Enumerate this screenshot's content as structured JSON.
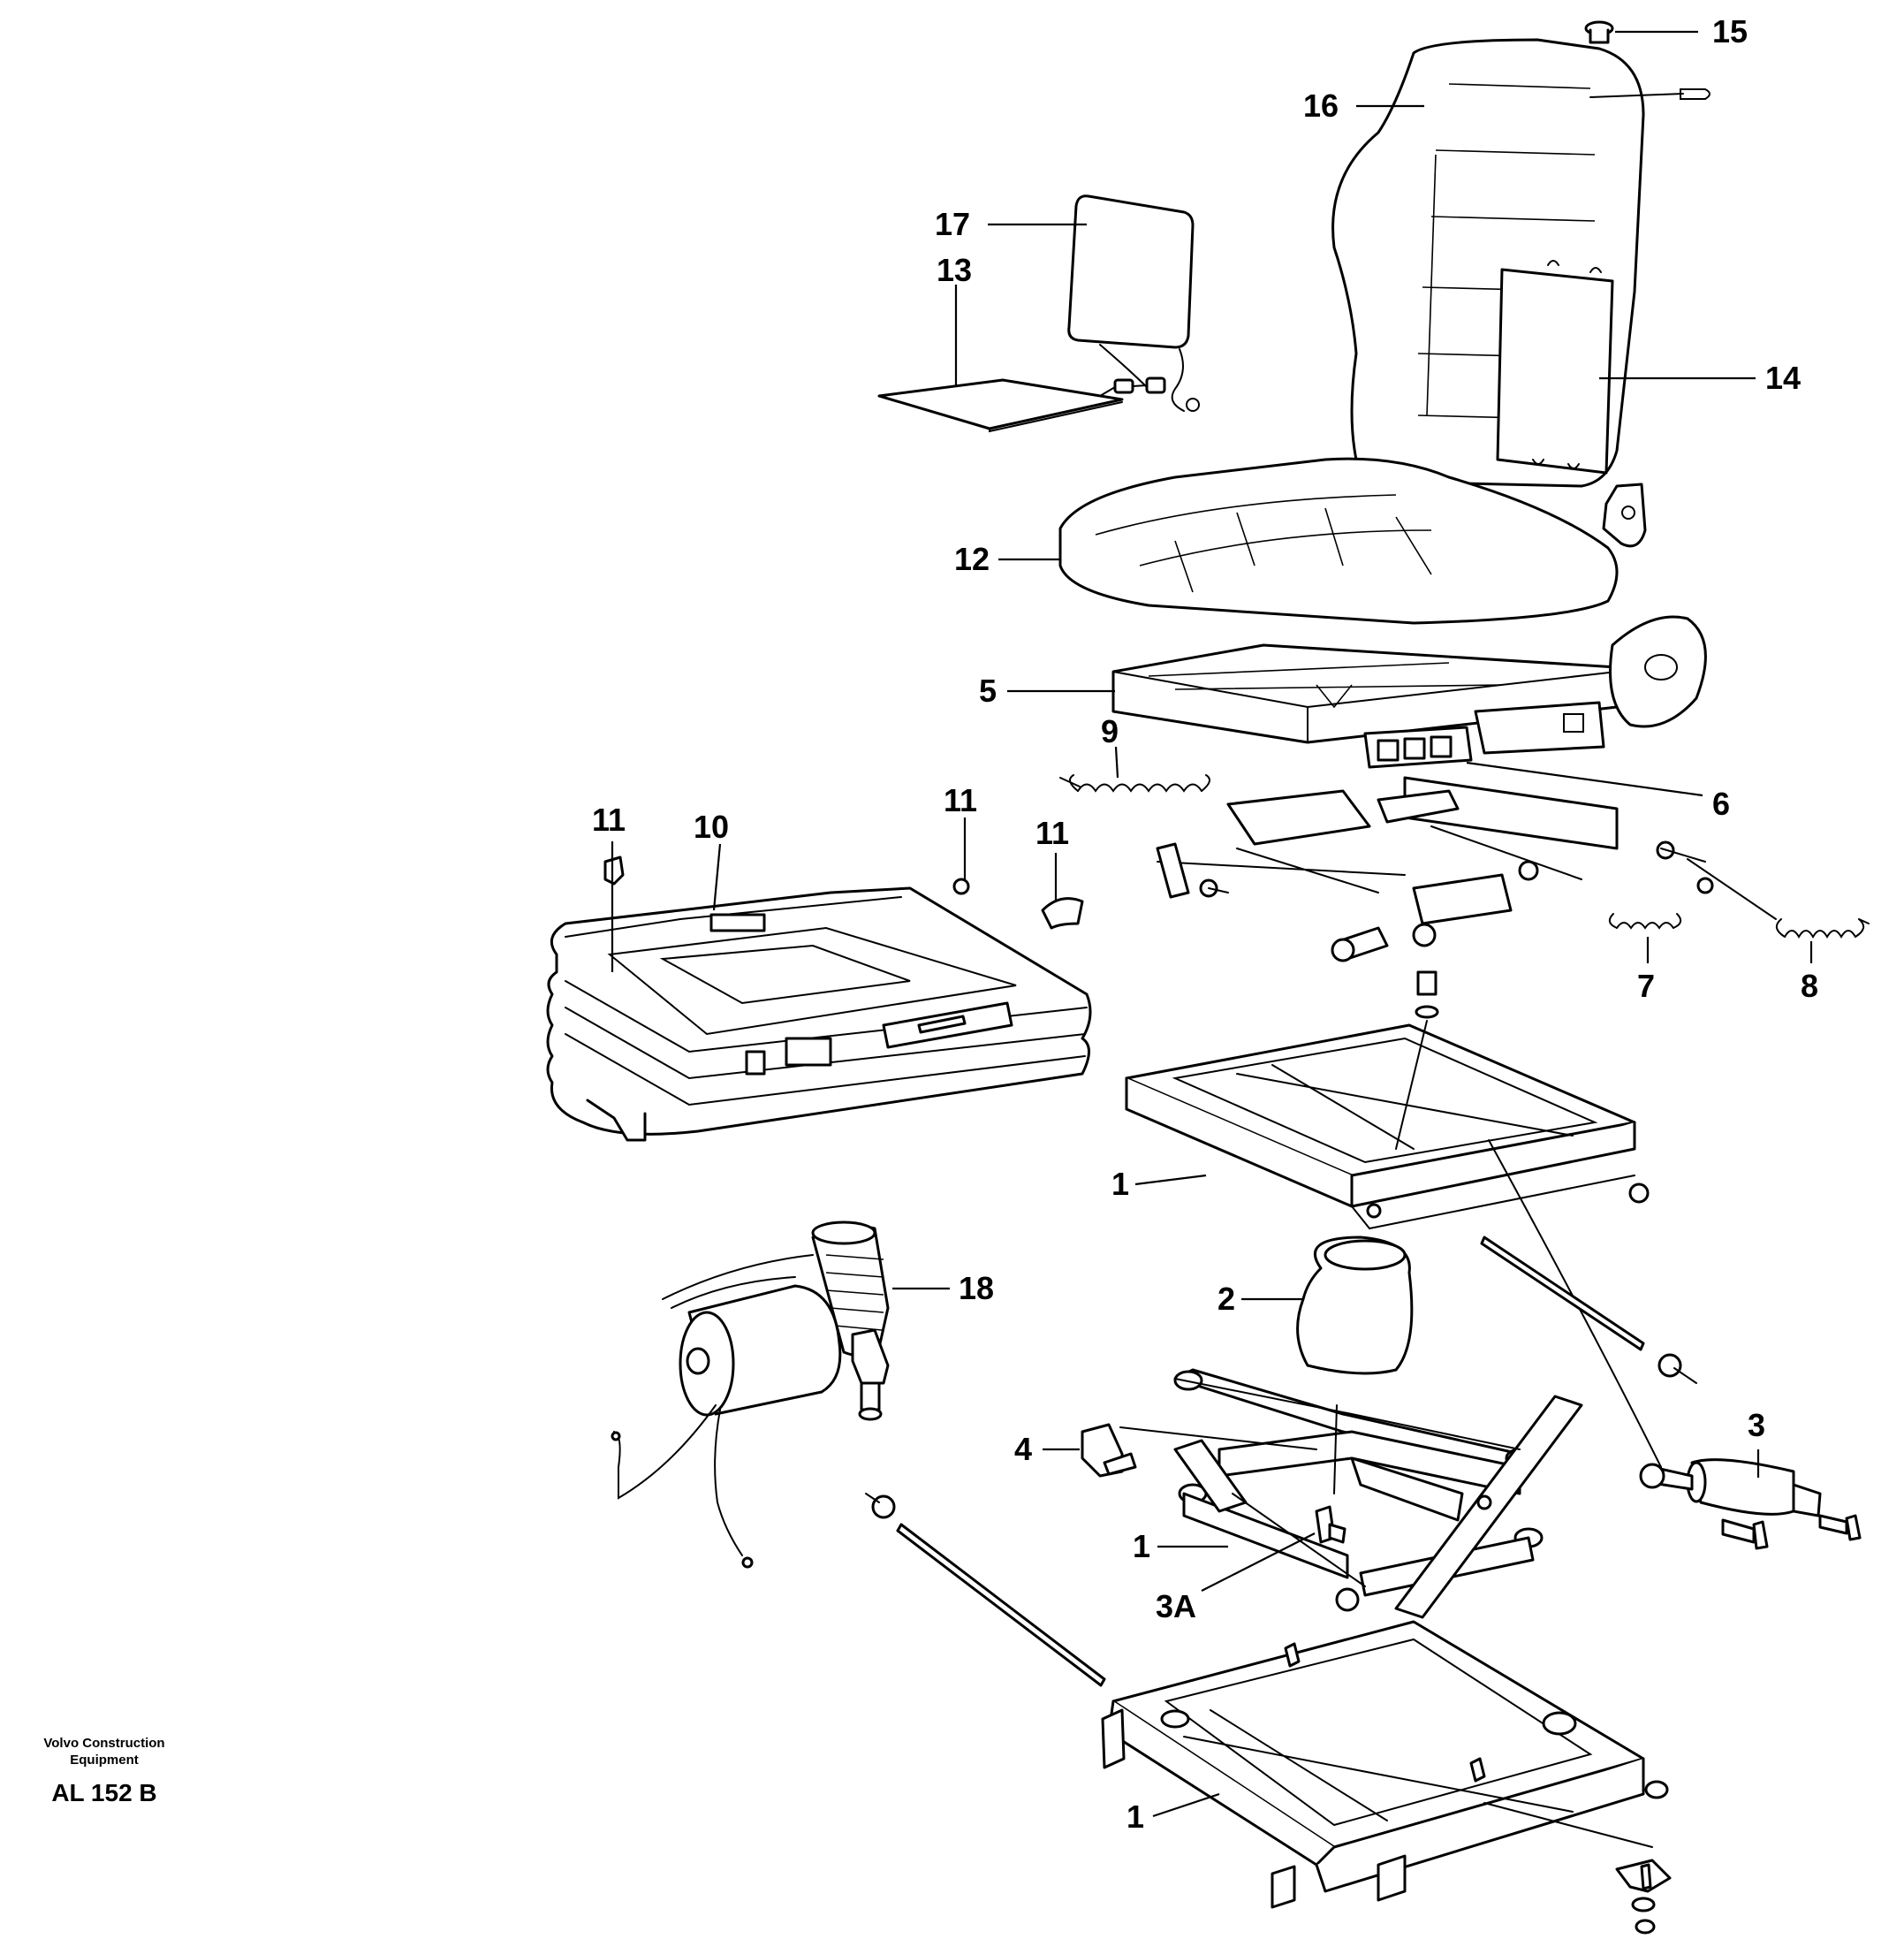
{
  "callouts": {
    "c15": "15",
    "c16": "16",
    "c17": "17",
    "c13": "13",
    "c14": "14",
    "c12": "12",
    "c5": "5",
    "c6": "6",
    "c9": "9",
    "c11a": "11",
    "c10": "10",
    "c11b": "11",
    "c11c": "11",
    "c7": "7",
    "c8": "8",
    "c1a": "1",
    "c18": "18",
    "c2": "2",
    "c4": "4",
    "c3": "3",
    "c1b": "1",
    "c3a": "3A",
    "c1c": "1"
  },
  "title_block": {
    "company_line1": "Volvo Construction",
    "company_line2": "Equipment",
    "drawing_number": "AL 152 B"
  }
}
